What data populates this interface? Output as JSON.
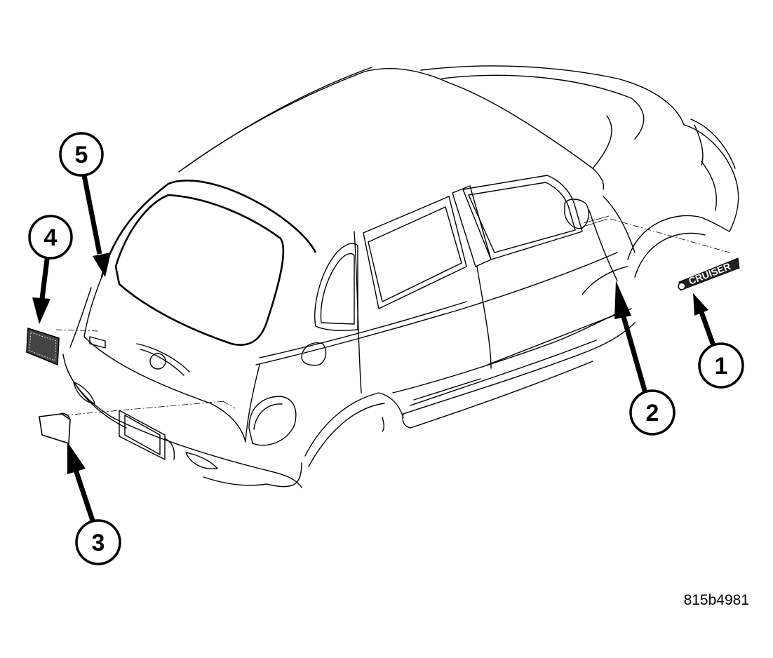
{
  "callouts": [
    {
      "id": "1",
      "label": "1"
    },
    {
      "id": "2",
      "label": "2"
    },
    {
      "id": "3",
      "label": "3"
    },
    {
      "id": "4",
      "label": "4"
    },
    {
      "id": "5",
      "label": "5"
    }
  ],
  "badge_text": "CRUISER",
  "figure_code": "815b4981",
  "colors": {
    "line": "#000000",
    "background": "#ffffff"
  }
}
